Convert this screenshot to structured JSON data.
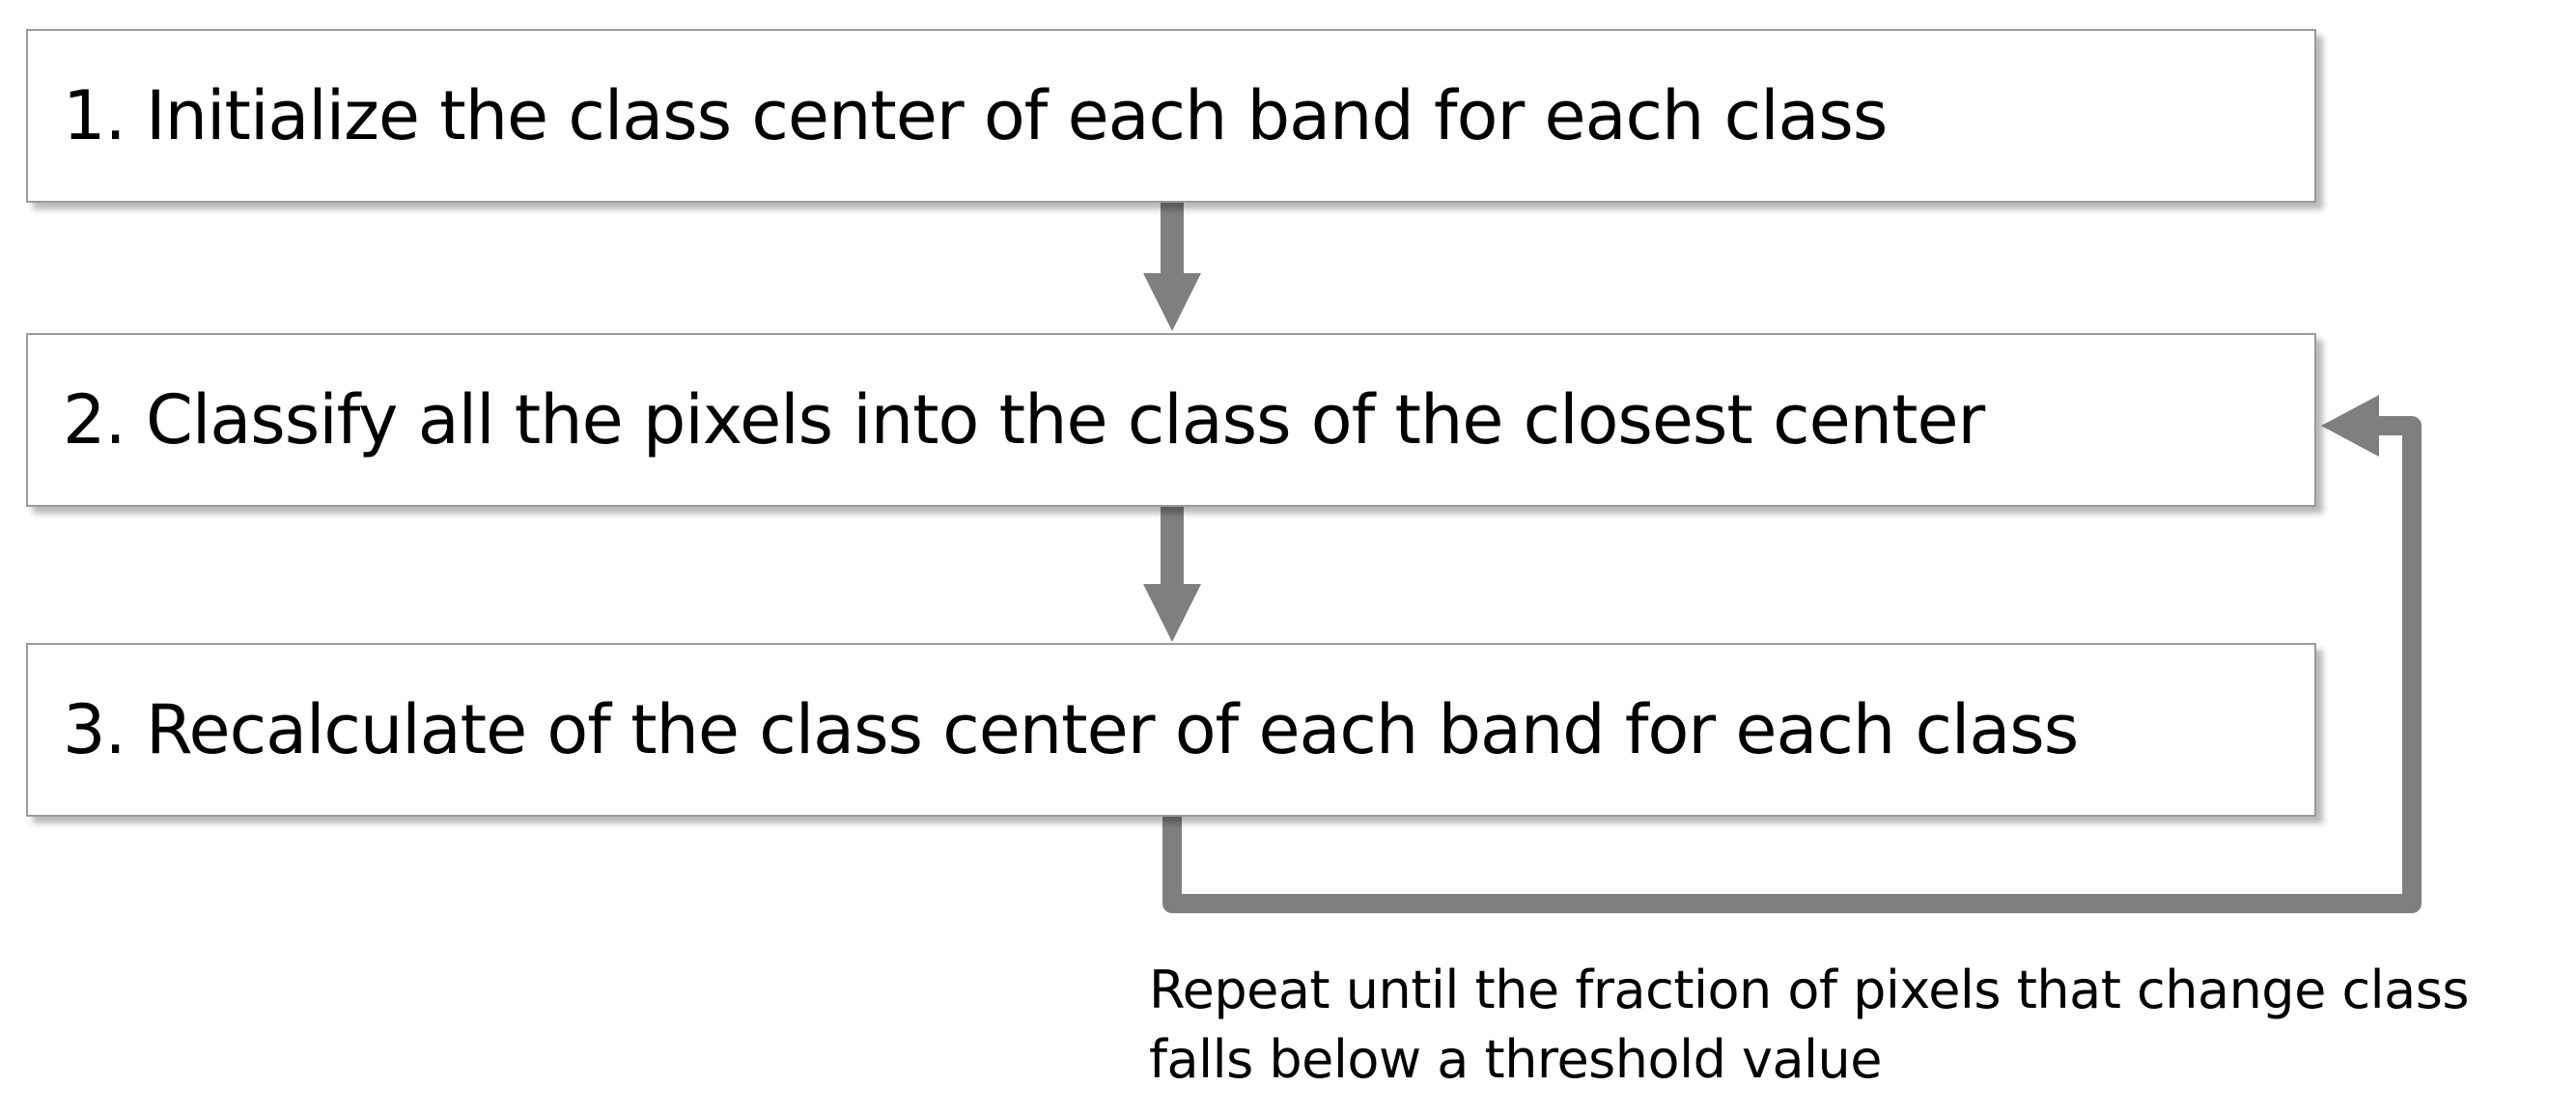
{
  "steps": [
    {
      "label": "1. Initialize the class center of each band for each class"
    },
    {
      "label": "2. Classify all the pixels into the class of the closest center"
    },
    {
      "label": "3. Recalculate of the class center of each band for each class"
    }
  ],
  "loop_note": {
    "line1": "Repeat until the fraction of pixels that change class",
    "line2": "falls below a threshold value"
  },
  "colors": {
    "arrow": "#7f7f7f",
    "box_border": "#9a9a9a",
    "text": "#000000",
    "background": "#ffffff"
  }
}
